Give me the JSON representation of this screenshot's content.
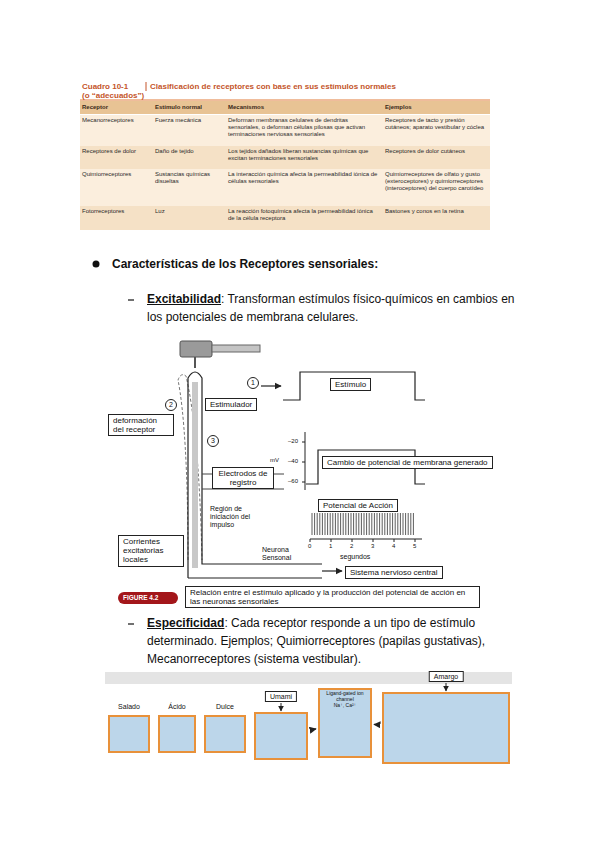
{
  "diagram": {
    "nodes": [
      {
        "text": [
          "Estímulo"
        ]
      },
      {
        "text": [
          "Estimulador"
        ]
      },
      {
        "text": [
          "deformación del receptor"
        ]
      },
      {
        "text": [
          "Cambio de potencial de membrana generado"
        ]
      },
      {
        "text": [
          "Electrodos de registro"
        ]
      },
      {
        "text": [
          "Potencial de Acción"
        ]
      },
      {
        "text": [
          "Corrientes excitatorias locales"
        ]
      },
      {
        "text": [
          "Sistema nervioso central"
        ]
      },
      {
        "text": [
          "Relación entre el estímulo aplicado y la producción del potencial de acción en las neuronas sensoriales"
        ]
      },
      {
        "text": [
          "Salado"
        ]
      },
      {
        "text": [
          "Ácido"
        ]
      },
      {
        "text": [
          "Dulce"
        ]
      },
      {
        "text": [
          "Umami"
        ]
      },
      {
        "text": [
          "Ligand-gated ion channel",
          "Na⁺, Ca²⁺"
        ]
      },
      {
        "text": [
          "Amargo"
        ]
      }
    ],
    "edges": [
      {
        "from": 12,
        "to": 13,
        "arrow": "to"
      },
      {
        "from": 14,
        "to": 13,
        "arrow": "to"
      }
    ],
    "labels": [
      "Cuadro 10-1",
      "Clasificación de receptores con base en sus estímulos normales",
      "(o “adecuados”)",
      "Receptor",
      "Estímulo normal",
      "Mecanismos",
      "Ejemplos",
      "Mecanorreceptores",
      "Fuerza mecánica",
      "Deforman membranas celulares de dendritas sensoriales, o deforman células pilosas que activan terminaciones nerviosas sensoriales",
      "Receptores de tacto y presión cutáneos; aparato vestibular y cóclea",
      "Receptores de dolor",
      "Daño de tejido",
      "Los tejidos dañados liberan sustancias químicas que excitan terminaciones sensoriales",
      "Receptores de dolor cutáneos",
      "Quimiorreceptores",
      "Sustancias químicas disueltas",
      "La interacción química afecta la permeabilidad iónica de células sensoriales",
      "Quimiorreceptores de olfato y gusto (exteroceptores) y quimiorreceptores (interoceptores) del cuerpo carotídeo",
      "Fotorreceptores",
      "Luz",
      "La reacción fotoquímica afecta la permeabilidad iónica de la célula receptora",
      "Bastones y conos en la retina",
      "Características de los Receptores sensoriales:",
      "Excitabilidad",
      ": Transforman estímulos físico-químicos en cambios en los potenciales de membrana celulares.",
      "Especificidad",
      ": Cada receptor responde a un tipo de estímulo determinado. Ejemplos; Quimiorreceptores (papilas gustativas), Mecanorreceptores (sistema vestibular).",
      "1",
      "2",
      "3",
      "mV",
      "–20",
      "–40",
      "–60",
      "0",
      "1",
      "2",
      "3",
      "4",
      "5",
      "segundos",
      "Región de iniciación del impulso",
      "Neurona Sensonal",
      "FIGURE 4.2"
    ]
  }
}
